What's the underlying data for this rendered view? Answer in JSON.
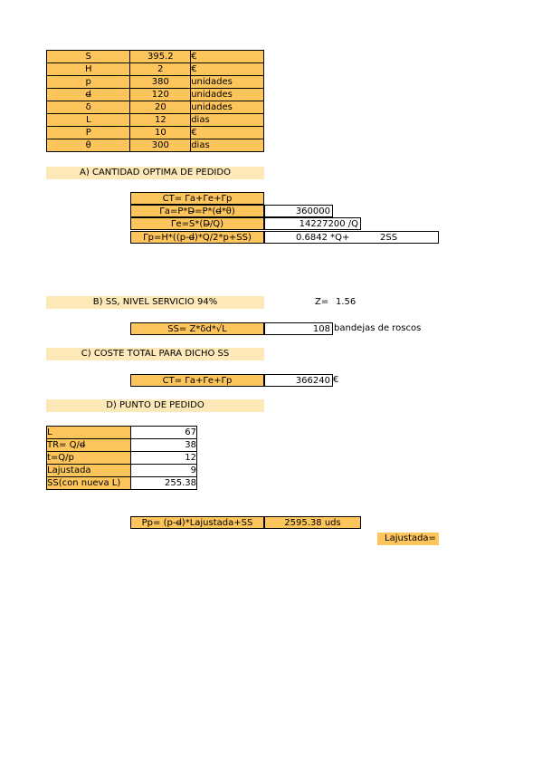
{
  "params": [
    {
      "sym": "S",
      "val": "395.2",
      "unit": "€"
    },
    {
      "sym": "H",
      "val": "2",
      "unit": "€"
    },
    {
      "sym": "p",
      "val": "380",
      "unit": "unidades"
    },
    {
      "sym": "d̶",
      "val": "120",
      "unit": "unidades"
    },
    {
      "sym": "δ",
      "val": "20",
      "unit": "unidades"
    },
    {
      "sym": "L",
      "val": "12",
      "unit": "dias"
    },
    {
      "sym": "P",
      "val": "10",
      "unit": "€"
    },
    {
      "sym": "θ",
      "val": "300",
      "unit": "dias"
    }
  ],
  "section_a": {
    "title": "A) CANTIDAD OPTIMA DE PEDIDO",
    "ct": "CT= Γa+Γe+Γp",
    "rows": [
      {
        "formula": "Γa=P*D̶=P*(d̶*θ)",
        "value": "360000"
      },
      {
        "formula": "Γe=S*(D̶/Q)",
        "value": "14227200 /Q"
      },
      {
        "formula": "Γp=H*((p-d̶)*Q/2*p+SS)",
        "value": "0.6842 *Q+",
        "extra": "2SS"
      }
    ]
  },
  "section_b": {
    "title": "B) SS, NIVEL SERVICIO 94%",
    "z_label": "Z=",
    "z_value": "1.56",
    "ss_formula": "SS= Z*δd*√L",
    "ss_value": "108",
    "ss_unit": "bandejas de roscos"
  },
  "section_c": {
    "title": "C) COSTE TOTAL PARA DICHO SS",
    "ct": "CT= Γa+Γe+Γp",
    "value": "366240",
    "unit": "€"
  },
  "section_d": {
    "title": "D) PUNTO DE PEDIDO",
    "rows": [
      {
        "label": "L",
        "value": "67"
      },
      {
        "label": "TR= Q/d̶",
        "value": "38"
      },
      {
        "label": "t=Q/p",
        "value": "12"
      },
      {
        "label": "Lajustada",
        "value": "9"
      },
      {
        "label": "SS(con nueva L)",
        "value": "255.38"
      }
    ],
    "pp_formula": "Pp= (p-d̶)*Lajustada+SS",
    "pp_value": "2595.38 uds",
    "lajustada_label": "Lajustada="
  }
}
